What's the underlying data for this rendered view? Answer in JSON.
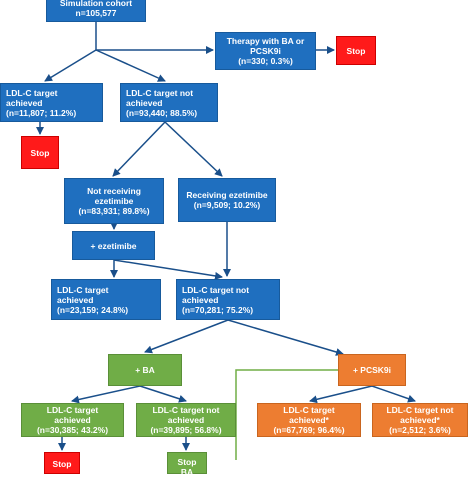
{
  "colors": {
    "blue": "#1f6fbf",
    "red": "#ff1a1a",
    "green": "#70ad47",
    "orange": "#ed7d31",
    "line": "#1a4f8a"
  },
  "nodes": {
    "start": {
      "line1": "Simulation cohort",
      "line2": "n=105,577"
    },
    "ba_pcsk9i": {
      "line1": "Therapy with BA or",
      "line2": "PCSK9i",
      "line3": "(n=330; 0.3%)"
    },
    "stop_top": {
      "label": "Stop"
    },
    "ldl_achieved_1": {
      "line1": "LDL-C target",
      "line2": "achieved",
      "line3": "(n=11,807; 11.2%)"
    },
    "stop_1": {
      "label": "Stop"
    },
    "ldl_not_1": {
      "line1": "LDL-C target not",
      "line2": "achieved",
      "line3": "(n=93,440; 88.5%)"
    },
    "not_ezetimibe": {
      "line1": "Not receiving",
      "line2": "ezetimibe",
      "line3": "(n=83,931; 89.8%)"
    },
    "receiving_ezetimibe": {
      "line1": "Receiving ezetimibe",
      "line2": "(n=9,509; 10.2%)"
    },
    "plus_ezetimibe": {
      "label": "+ ezetimibe"
    },
    "ldl_achieved_2": {
      "line1": "LDL-C target",
      "line2": "achieved",
      "line3": "(n=23,159; 24.8%)"
    },
    "ldl_not_2": {
      "line1": "LDL-C target not",
      "line2": "achieved",
      "line3": "(n=70,281; 75.2%)"
    },
    "plus_ba": {
      "label": "+ BA"
    },
    "plus_pcsk9i": {
      "label": "+ PCSK9i"
    },
    "ba_achieved": {
      "line1": "LDL-C target",
      "line2": "achieved",
      "line3": "(n=30,385; 43.2%)"
    },
    "ba_not": {
      "line1": "LDL-C target not",
      "line2": "achieved",
      "line3": "(n=39,895; 56.8%)"
    },
    "pcsk9i_achieved": {
      "line1": "LDL-C target",
      "line2": "achieved*",
      "line3": "(n=67,769; 96.4%)"
    },
    "pcsk9i_not": {
      "line1": "LDL-C target not",
      "line2": "achieved*",
      "line3": "(n=2,512; 3.6%)"
    },
    "stop_ba": {
      "label": "Stop"
    },
    "stop_ba_not": {
      "line1": "Stop",
      "line2": "BA"
    }
  }
}
